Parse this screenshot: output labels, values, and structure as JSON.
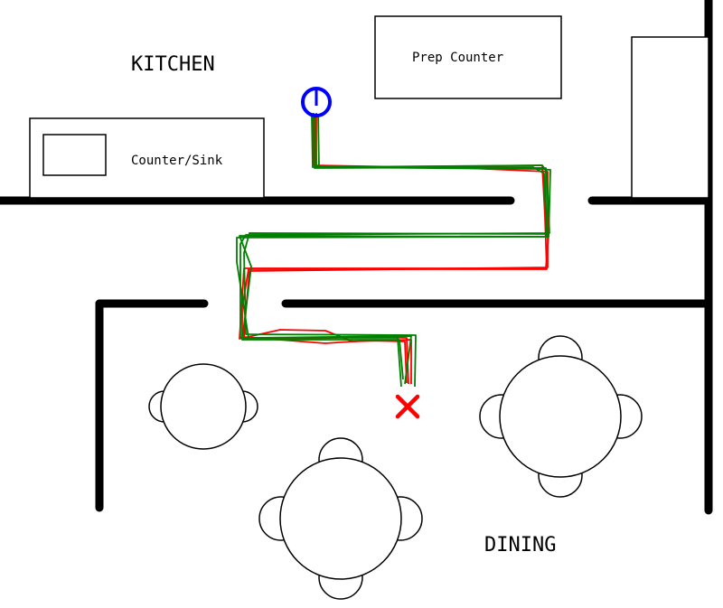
{
  "rooms": {
    "kitchen": "KITCHEN",
    "dining": "DINING"
  },
  "fixtures": {
    "counter_sink": "Counter/Sink",
    "prep_counter": "Prep Counter"
  },
  "markers": {
    "start": "start-marker-icon",
    "end": "x-mark-icon"
  },
  "colors": {
    "wall": "#000000",
    "path_red": "#ff0000",
    "path_green": "#008000",
    "start_marker": "#0000ff",
    "end_marker": "#ff0000"
  }
}
